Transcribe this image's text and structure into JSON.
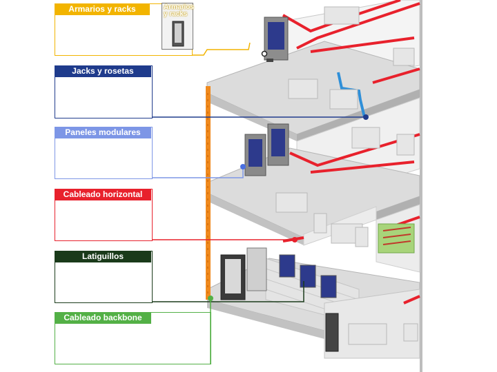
{
  "legend": {
    "items": [
      {
        "label": "Armarios y racks",
        "color": "#f2b400"
      },
      {
        "label": "Jacks y rosetas",
        "color": "#1f3b8c"
      },
      {
        "label": "Paneles modulares",
        "color": "#7d96e6"
      },
      {
        "label": "Cableado horizontal",
        "color": "#e8212c"
      },
      {
        "label": "Latiguillos",
        "color": "#1a3a1a"
      },
      {
        "label": "Cableado backbone",
        "color": "#53b046"
      }
    ]
  },
  "thumbnail": {
    "label": "Armarios y racks"
  },
  "colors": {
    "backbone_orange": "#f08a1e",
    "horizontal_red": "#e8212c",
    "patch_blue": "#2f8fd8",
    "floor_gray": "#dcdcdc"
  }
}
